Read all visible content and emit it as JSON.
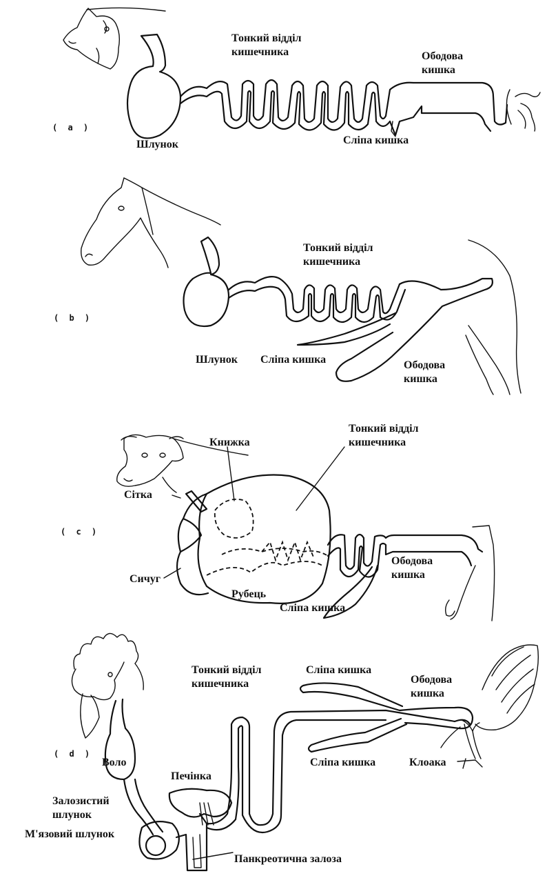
{
  "panels": {
    "a": {
      "marker": "( a )",
      "labels": {
        "small_intestine": "Тонкий відділ\nкишечника",
        "colon": "Ободова\nкишка",
        "stomach": "Шлунок",
        "cecum": "Сліпа кишка"
      }
    },
    "b": {
      "marker": "( b )",
      "labels": {
        "small_intestine": "Тонкий відділ\nкишечника",
        "stomach": "Шлунок",
        "cecum": "Сліпа кишка",
        "colon": "Ободова\nкишка"
      }
    },
    "c": {
      "marker": "( c )",
      "labels": {
        "omasum": "Книжка",
        "small_intestine": "Тонкий відділ\nкишечника",
        "reticulum": "Сітка",
        "abomasum": "Сичуг",
        "rumen": "Рубець",
        "colon": "Ободова\nкишка",
        "cecum": "Сліпа кишка"
      }
    },
    "d": {
      "marker": "( d )",
      "labels": {
        "small_intestine": "Тонкий відділ\nкишечника",
        "cecum_upper": "Сліпа кишка",
        "colon": "Ободова\nкишка",
        "crop": "Воло",
        "liver": "Печінка",
        "cecum_lower": "Сліпа кишка",
        "cloaca": "Клоака",
        "proventriculus": "Залозистий\nшлунок",
        "gizzard": "М'язовий шлунок",
        "pancreas": "Панкреотична залоза"
      }
    }
  }
}
